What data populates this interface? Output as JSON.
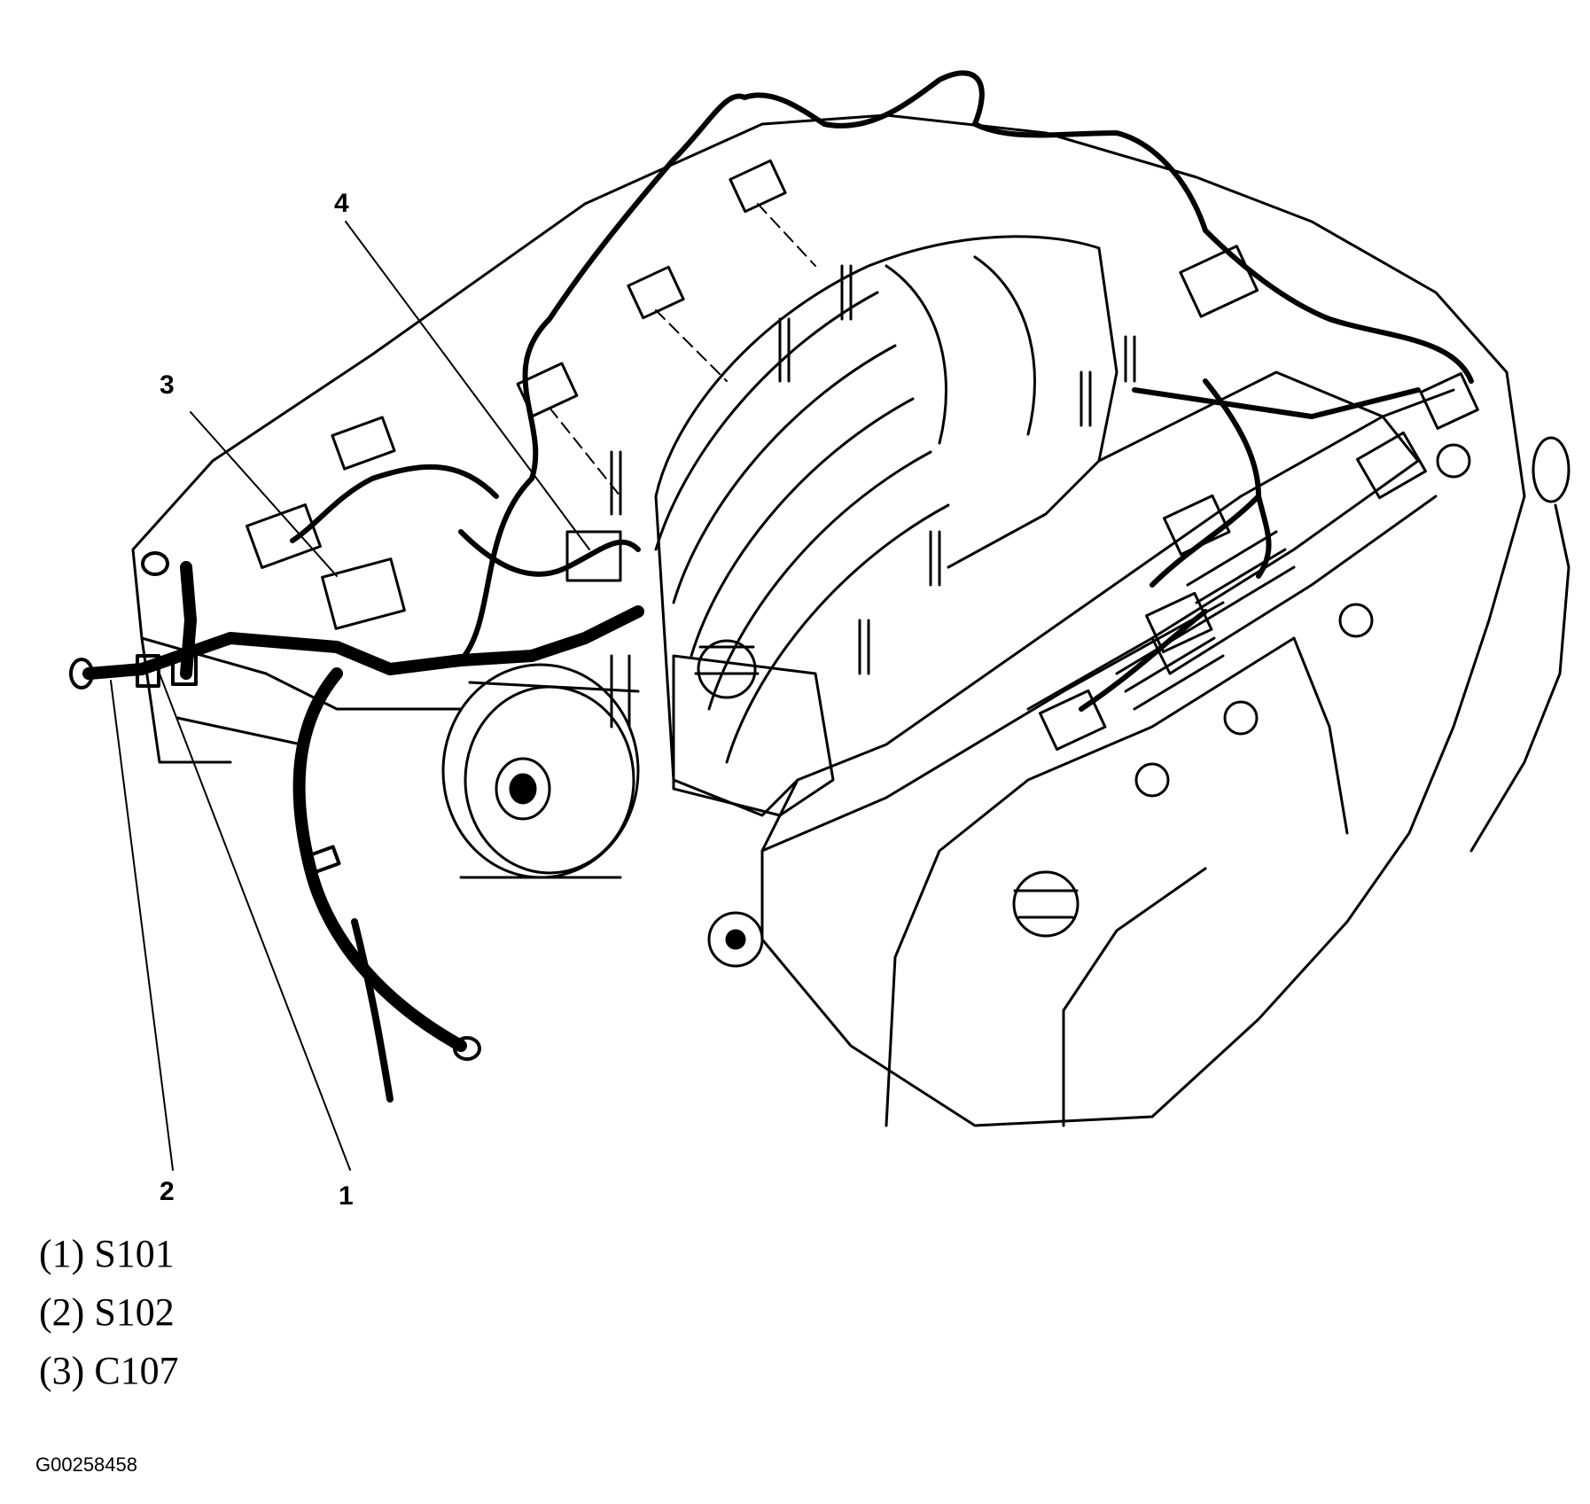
{
  "callouts": [
    "1",
    "2",
    "3",
    "4"
  ],
  "legend": [
    {
      "num": "(1)",
      "code": "S101"
    },
    {
      "num": "(2)",
      "code": "S102"
    },
    {
      "num": "(3)",
      "code": "C107"
    }
  ],
  "figure_id": "G00258458",
  "colors": {
    "ink": "#000000",
    "paper": "#ffffff"
  }
}
